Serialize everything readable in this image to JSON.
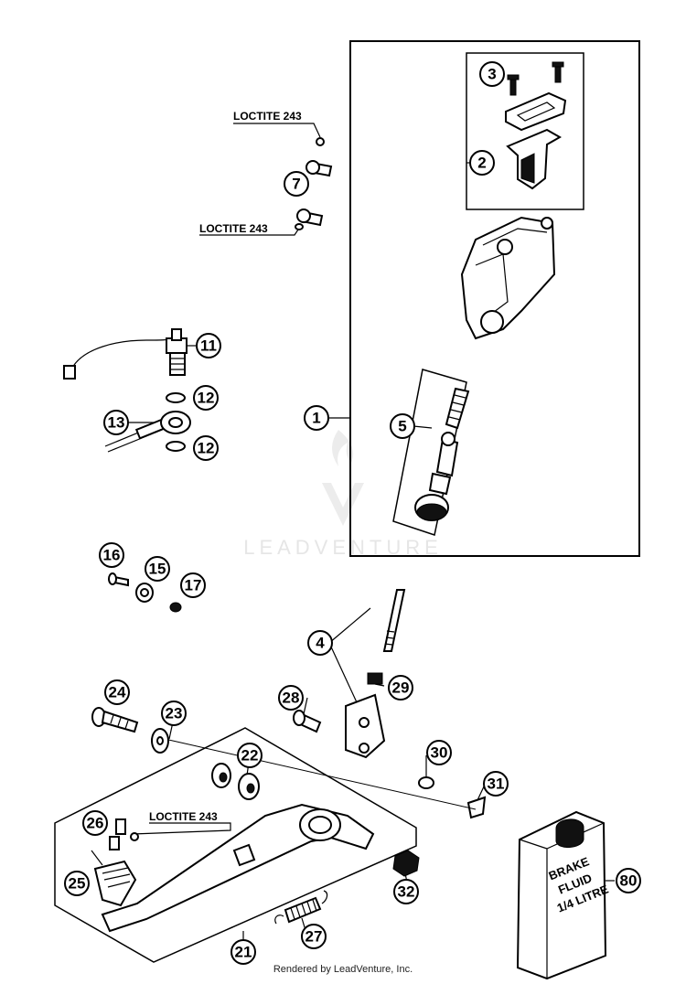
{
  "watermark": "LEADVENTURE",
  "footer": "Rendered by LeadVenture, Inc.",
  "notes": {
    "loctite_top": "LOCTITE 243",
    "loctite_mid": "LOCTITE 243",
    "loctite_lever": "LOCTITE 243"
  },
  "bottle": {
    "line1": "BRAKE",
    "line2": "FLUID",
    "line3": "1/4 LITRE"
  },
  "callouts": {
    "c1": "1",
    "c2": "2",
    "c3": "3",
    "c4": "4",
    "c5": "5",
    "c7": "7",
    "c11": "11",
    "c12a": "12",
    "c12b": "12",
    "c13": "13",
    "c15": "15",
    "c16": "16",
    "c17": "17",
    "c21": "21",
    "c22": "22",
    "c23": "23",
    "c24": "24",
    "c25": "25",
    "c26": "26",
    "c27": "27",
    "c28": "28",
    "c29": "29",
    "c30": "30",
    "c31": "31",
    "c32": "32",
    "c80": "80"
  }
}
